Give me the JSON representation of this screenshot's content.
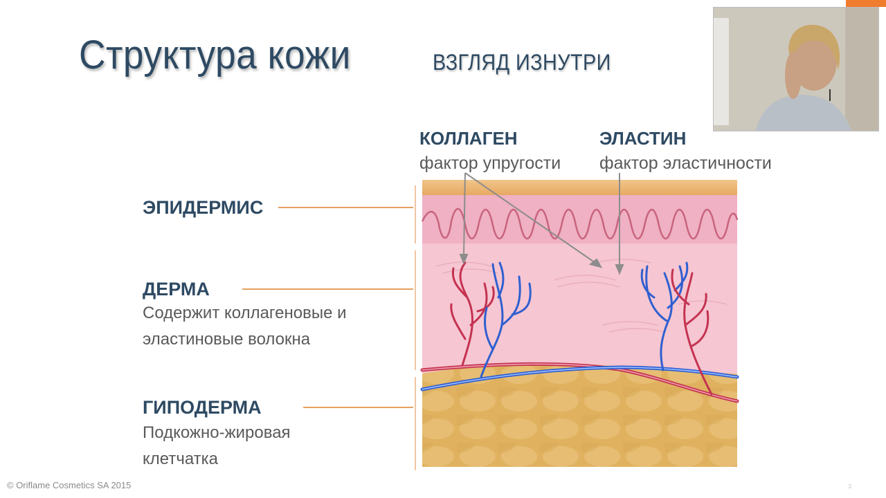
{
  "slide": {
    "title": "Структура кожи",
    "subtitle": "ВЗГЛЯД ИЗНУТРИ",
    "footer": "© Oriflame Cosmetics SA 2015",
    "page_number": "3"
  },
  "fibers": [
    {
      "name": "КОЛЛАГЕН",
      "desc": "фактор упругости"
    },
    {
      "name": "ЭЛАСТИН",
      "desc": "фактор эластичности"
    }
  ],
  "layers": [
    {
      "name": "ЭПИДЕРМИС",
      "desc_lines": []
    },
    {
      "name": "ДЕРМА",
      "desc_lines": [
        "Содержит коллагеновые и",
        "эластиновые волокна"
      ]
    },
    {
      "name": "ГИПОДЕРМА",
      "desc_lines": [
        "Подкожно-жировая",
        "клетчатка"
      ]
    }
  ],
  "colors": {
    "accent": "#f07c2e",
    "heading": "#2e4a63",
    "body_text": "#595959",
    "epidermis_top": "#e8b96a",
    "dermis": "#f6c6d2",
    "hypodermis": "#e0b260",
    "artery": "#d23a55",
    "vein": "#2f6ad6"
  },
  "icons": {
    "webcam": "presenter-webcam-thumbnail"
  }
}
